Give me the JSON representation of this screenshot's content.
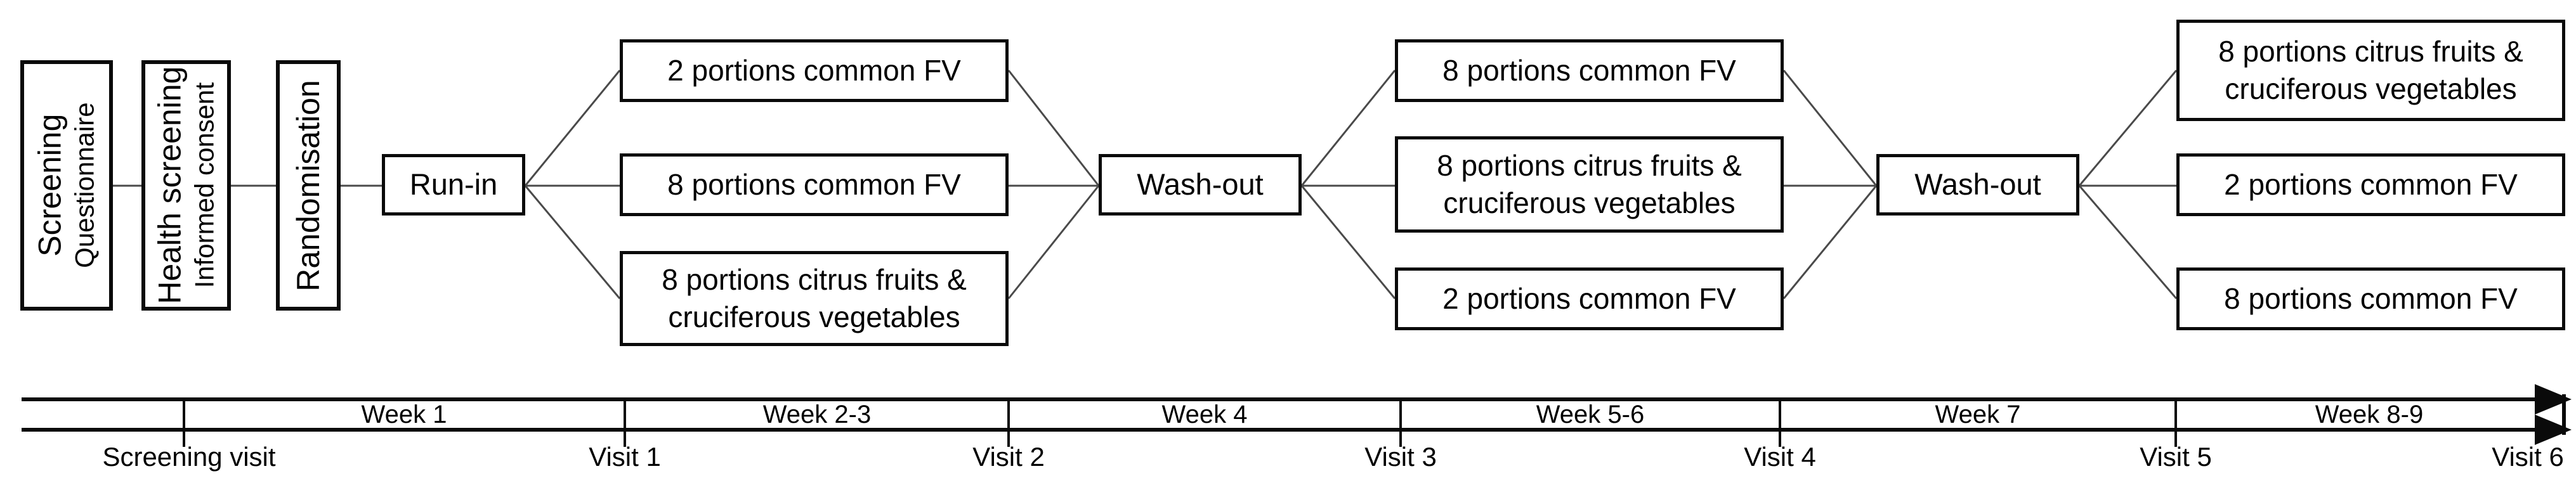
{
  "flow": {
    "pre_steps": [
      {
        "title": "Screening",
        "subtitle": "Questionnaire"
      },
      {
        "title": "Health screening",
        "subtitle": "Informed consent"
      },
      {
        "title": "Randomisation"
      }
    ],
    "run_in_label": "Run-in",
    "washout_labels": [
      "Wash-out",
      "Wash-out"
    ],
    "periods": [
      {
        "arms": [
          "2 portions common FV",
          "8 portions common FV",
          "8 portions citrus fruits &\ncruciferous vegetables"
        ]
      },
      {
        "arms": [
          "8 portions common FV",
          "8 portions citrus fruits &\ncruciferous vegetables",
          "2 portions common FV"
        ]
      },
      {
        "arms": [
          "8 portions citrus fruits &\ncruciferous vegetables",
          "2 portions common FV",
          "8 portions common FV"
        ]
      }
    ]
  },
  "timeline": {
    "week_labels": [
      "Week 1",
      "Week 2-3",
      "Week 4",
      "Week 5-6",
      "Week 7",
      "Week 8-9"
    ],
    "visit_labels": [
      "Screening visit",
      "Visit 1",
      "Visit 2",
      "Visit 3",
      "Visit 4",
      "Visit 5",
      "Visit 6"
    ]
  },
  "colors": {
    "ink": "#0a0a0a",
    "connector": "#4a4a4a",
    "background": "#ffffff"
  }
}
